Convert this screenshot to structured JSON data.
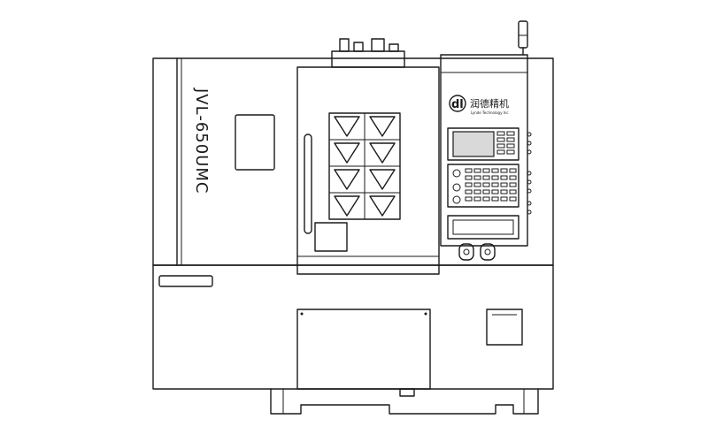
{
  "machine": {
    "model_label": "JVL-650UMC",
    "brand_name_cn": "润德精机",
    "brand_name_en": "Lynde Technology Inc",
    "logo_mark": "dl"
  },
  "icons": {
    "logo": "brand-logo-icon",
    "signal_tower": "signal-tower-icon"
  },
  "colors": {
    "line": "#1a1a1a",
    "screen": "#d9d9d9",
    "background": "#ffffff"
  }
}
